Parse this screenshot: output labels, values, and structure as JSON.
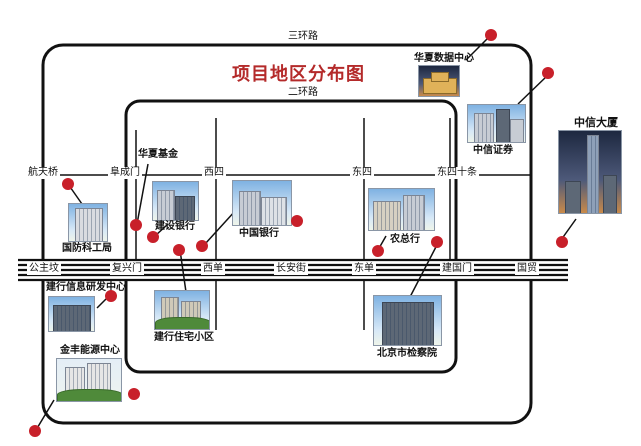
{
  "title": "项目地区分布图",
  "rings": {
    "third": "三环路",
    "second": "二环路"
  },
  "road_labels": {
    "hangtianqiao": "航天桥",
    "fuchengmen": "阜成门",
    "xisi": "西四",
    "dongsi": "东四",
    "dongsishitiao": "东四十条",
    "gongzhufen": "公主坟",
    "fuxingmen": "复兴门",
    "xidan": "西单",
    "changanjie": "长安街",
    "dongdan": "东单",
    "jianguomen": "建国门",
    "guomao": "国贸"
  },
  "sites": {
    "huaxia_data": "华夏数据中心",
    "huaxia_fund": "华夏基金",
    "ccb": "建设银行",
    "boc": "中国银行",
    "zongheng": "农总行",
    "citic_sec": "中信证券",
    "citic_tower": "中信大厦",
    "guofang": "国防科工局",
    "ccb_rd": "建行信息研发中心",
    "ccb_residence": "建行住宅小区",
    "procuratorate": "北京市检察院",
    "jinfeng": "金丰能源中心"
  },
  "colors": {
    "marker": "#c8202a",
    "title": "#b42a2a",
    "road": "#111111"
  }
}
